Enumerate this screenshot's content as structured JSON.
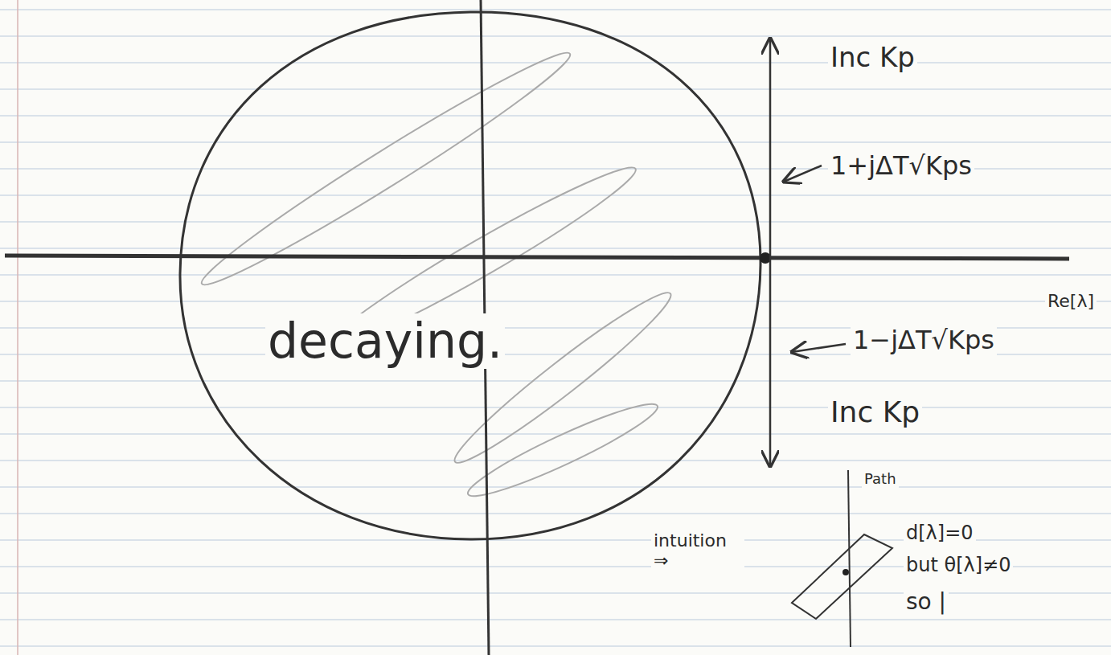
{
  "diagram": {
    "labels": [
      "Inc Kp",
      "1+jΔT√Kps",
      "Re[λ]",
      "decaying.",
      "1−jΔT√Kps",
      "Inc Kp",
      "Path",
      "intuition ⇒",
      "d[λ]=0",
      "but θ[λ]≠0",
      "so |"
    ]
  }
}
